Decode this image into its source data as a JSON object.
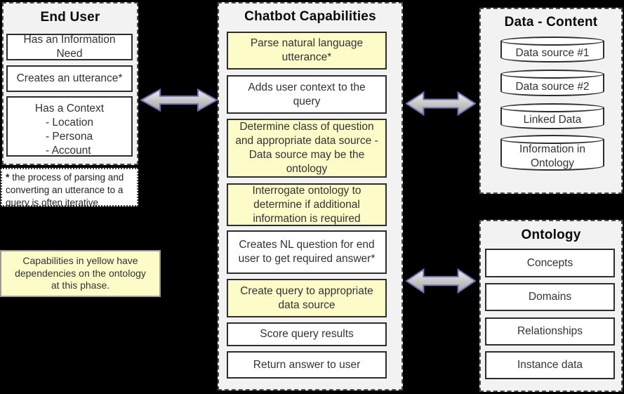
{
  "colors": {
    "background": "#000000",
    "panel_fill": "#f2f2f2",
    "box_fill": "#ffffff",
    "highlight_fill": "#fdfbc8",
    "box_border": "#2d2d2d",
    "panel_border": "#4d4d4d",
    "arrow_fill_top": "#ececec",
    "arrow_fill_bottom": "#a3a3a3",
    "arrow_border": "#6f6fb2"
  },
  "icons": {
    "arrow": "double-headed-arrow-icon",
    "datastore": "database-cylinder-icon"
  },
  "end_user": {
    "title": "End User",
    "box1": "Has an Information Need",
    "box2": "Creates an utterance*",
    "box3_title": "Has a Context",
    "box3_items": [
      "- Location",
      "- Persona",
      "- Account"
    ],
    "footnote_star": "*",
    "footnote_text": " the process of parsing and converting an utterance to a query is often iterative"
  },
  "legend": {
    "text": "Capabilities in yellow have dependencies on the ontology at this phase."
  },
  "chatbot": {
    "title": "Chatbot Capabilities",
    "steps": [
      {
        "text": "Parse natural language utterance*",
        "highlight": true
      },
      {
        "text": "Adds user context to the query",
        "highlight": false
      },
      {
        "text": "Determine class of question and appropriate data source - Data source may be the ontology",
        "highlight": true
      },
      {
        "text": "Interrogate ontology to determine if additional information is required",
        "highlight": true
      },
      {
        "text": "Creates NL question for end user to get required answer*",
        "highlight": false
      },
      {
        "text": "Create query to appropriate data source",
        "highlight": true
      },
      {
        "text": "Score query results",
        "highlight": false
      },
      {
        "text": "Return answer to user",
        "highlight": false
      }
    ]
  },
  "data_content": {
    "title": "Data - Content",
    "sources": [
      "Data source #1",
      "Data source #2",
      "Linked Data",
      "Information in Ontology"
    ]
  },
  "ontology": {
    "title": "Ontology",
    "items": [
      "Concepts",
      "Domains",
      "Relationships",
      "Instance data"
    ]
  }
}
